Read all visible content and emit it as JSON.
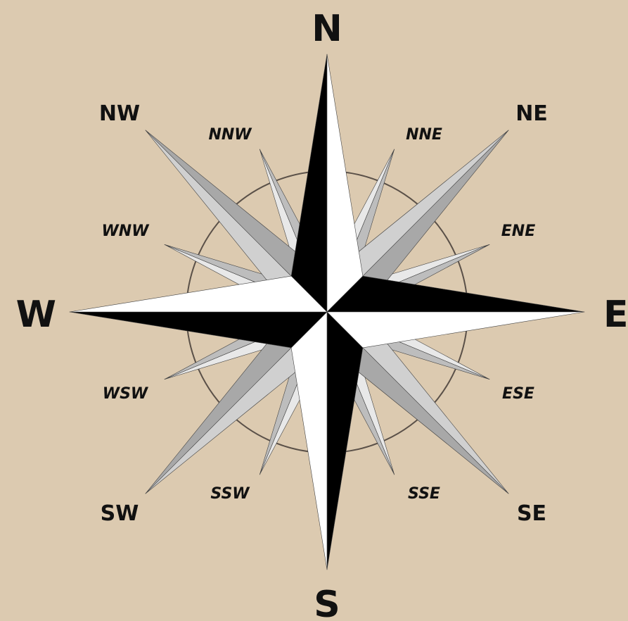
{
  "compass": {
    "cardinal": [
      {
        "id": "n",
        "text": "N",
        "bearing": 0
      },
      {
        "id": "e",
        "text": "E",
        "bearing": 90
      },
      {
        "id": "s",
        "text": "S",
        "bearing": 180
      },
      {
        "id": "w",
        "text": "W",
        "bearing": 270
      }
    ],
    "intercardinal": [
      {
        "id": "ne",
        "text": "NE",
        "bearing": 45
      },
      {
        "id": "se",
        "text": "SE",
        "bearing": 135
      },
      {
        "id": "sw",
        "text": "SW",
        "bearing": 225
      },
      {
        "id": "nw",
        "text": "NW",
        "bearing": 315
      }
    ],
    "secondary": [
      {
        "id": "nne",
        "text": "NNE",
        "bearing": 22.5
      },
      {
        "id": "ene",
        "text": "ENE",
        "bearing": 67.5
      },
      {
        "id": "ese",
        "text": "ESE",
        "bearing": 112.5
      },
      {
        "id": "sse",
        "text": "SSE",
        "bearing": 157.5
      },
      {
        "id": "ssw",
        "text": "SSW",
        "bearing": 202.5
      },
      {
        "id": "wsw",
        "text": "WSW",
        "bearing": 247.5
      },
      {
        "id": "wnw",
        "text": "WNW",
        "bearing": 292.5
      },
      {
        "id": "nnw",
        "text": "NNW",
        "bearing": 337.5
      }
    ]
  },
  "colors": {
    "background": "#dccab0",
    "cardinal_dark": "#000000",
    "cardinal_light": "#ffffff",
    "intercardinal_light": "#d0d0d0",
    "intercardinal_dark": "#a8a8a8",
    "secondary_light": "#e8e8e8",
    "secondary_dark": "#bdbdbd",
    "ring": "#5a5048",
    "label": "#111111"
  }
}
